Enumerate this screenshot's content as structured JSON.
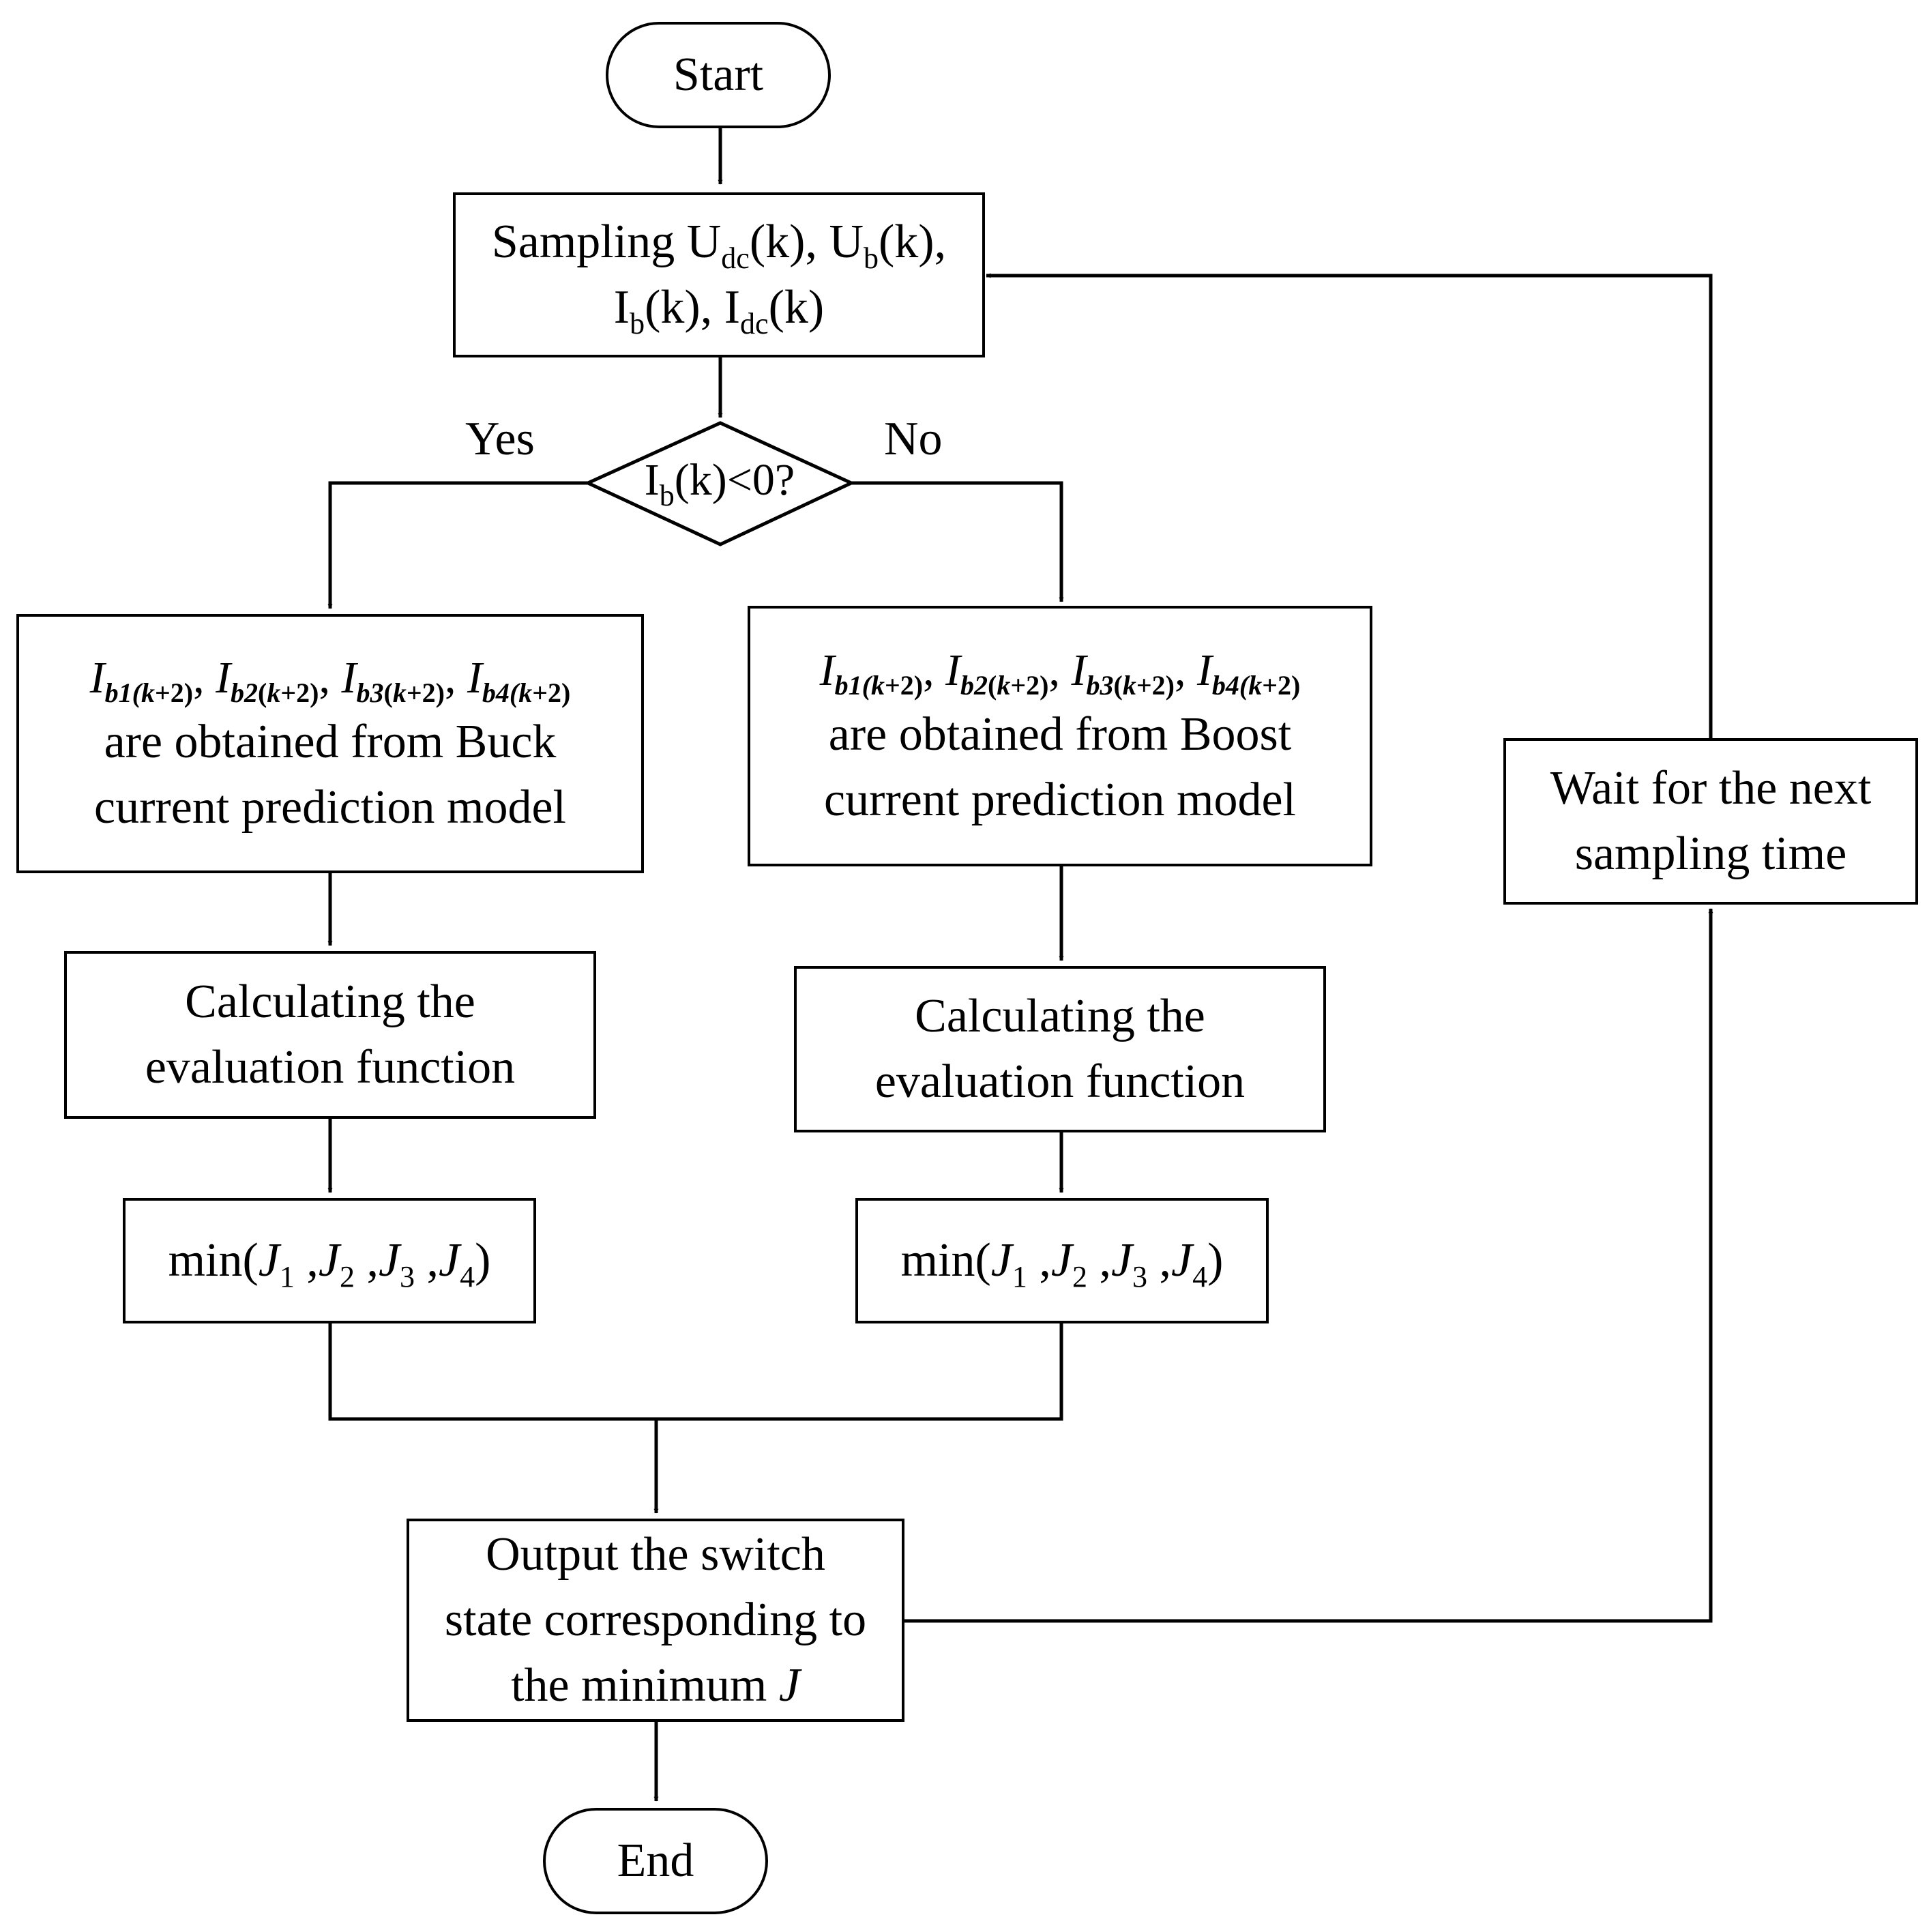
{
  "nodes": {
    "start": "Start",
    "sampling": {
      "word": "Sampling",
      "U": "U",
      "dc": "dc",
      "b": "b",
      "I": "I",
      "k": "(k)",
      "sep": ", "
    },
    "decision": {
      "I": "I",
      "b": "b",
      "cond": "(k)<0?"
    },
    "yes_label": "Yes",
    "no_label": "No",
    "pred": {
      "I": "I",
      "b1": "b1",
      "b2": "b2",
      "b3": "b3",
      "b4": "b4",
      "open": "(",
      "k": "k",
      "plus2": "+2)",
      "sep": ", "
    },
    "buck_line2": "are obtained from Buck",
    "buck_line3": "current prediction model",
    "boost_line2": "are obtained from Boost",
    "boost_line3": "current prediction model",
    "calc_line1": "Calculating the",
    "calc_line2": "evaluation function",
    "min": {
      "prefix": "min(",
      "J": "J",
      "s1": "1",
      "s2": "2",
      "s3": "3",
      "s4": "4",
      "comma": " ,",
      "close": ")"
    },
    "output_line1": "Output the switch",
    "output_line2": "state corresponding to",
    "output_line3": "the minimum ",
    "output_J": "J",
    "wait_line1": "Wait for the next",
    "wait_line2": "sampling time",
    "end": "End"
  },
  "colors": {
    "stroke": "#000000",
    "background": "#ffffff"
  }
}
